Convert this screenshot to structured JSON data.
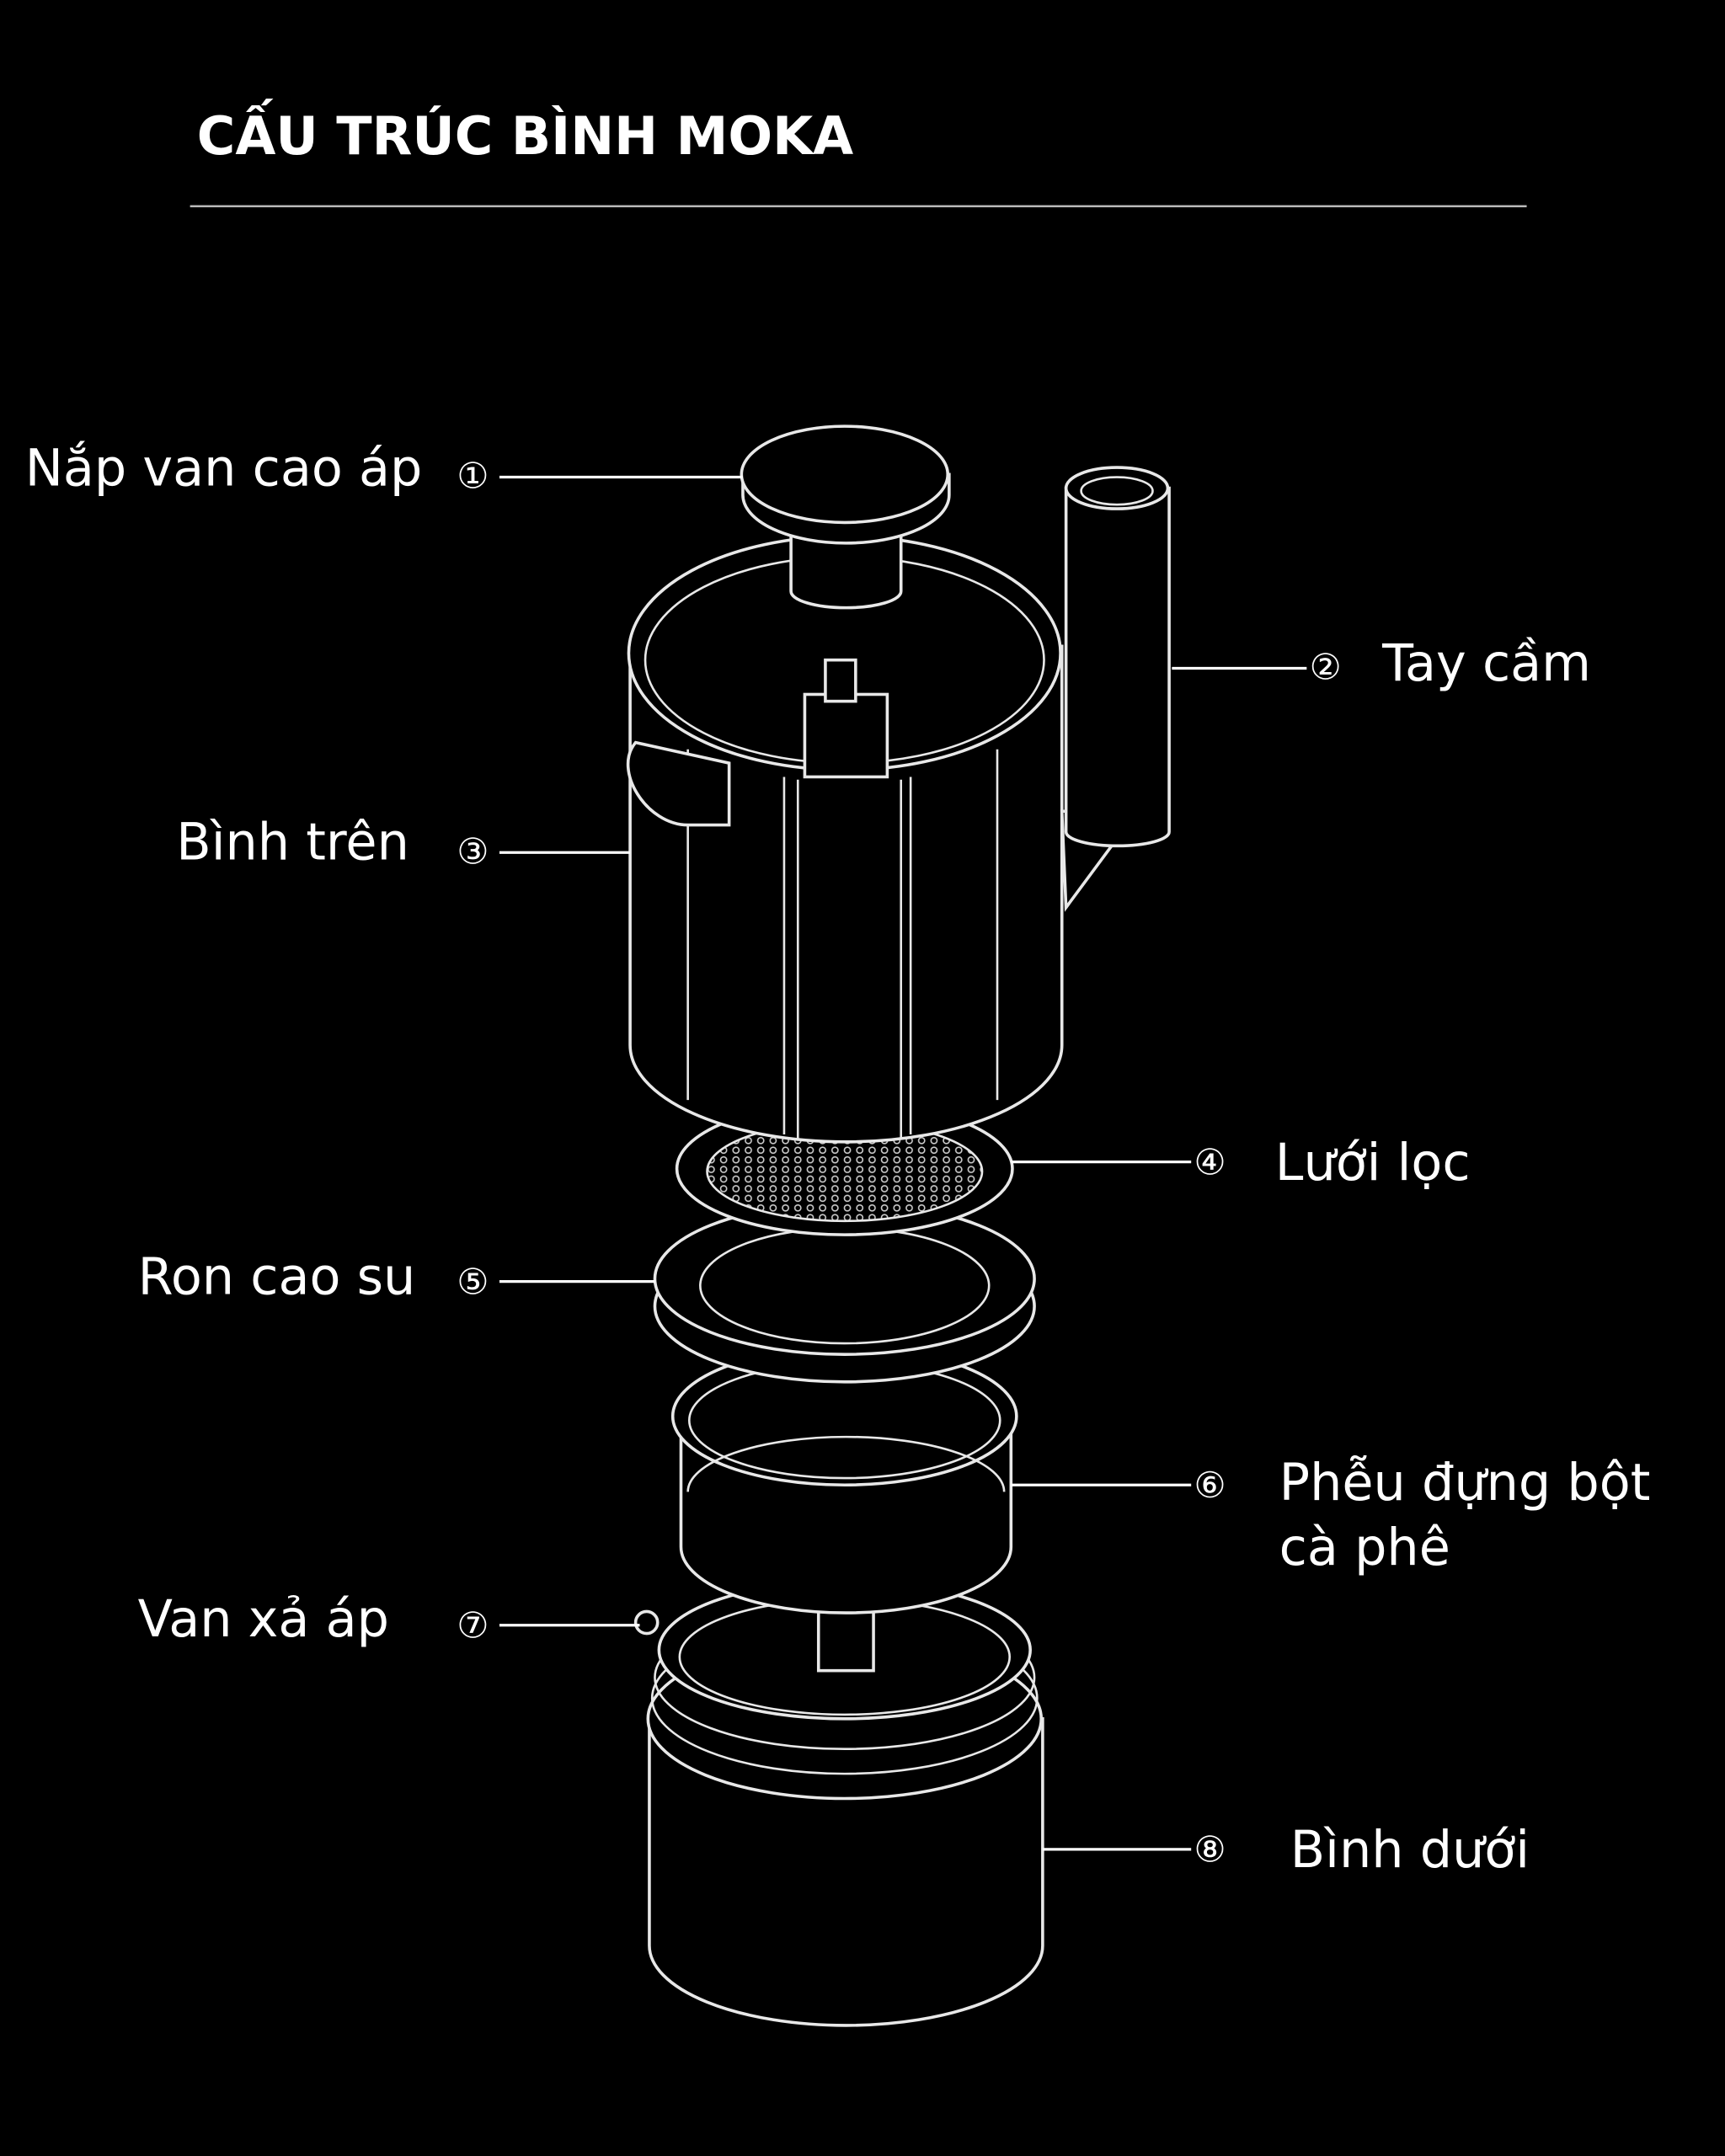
{
  "title": "CẤU TRÚC BÌNH MOKA",
  "parts": [
    {
      "num": "①",
      "label": "Nắp van cao áp"
    },
    {
      "num": "②",
      "label": "Tay cầm"
    },
    {
      "num": "③",
      "label": "Bình trên"
    },
    {
      "num": "④",
      "label": "Lưới lọc"
    },
    {
      "num": "⑤",
      "label": "Ron cao su"
    },
    {
      "num": "⑥",
      "label_line1": "Phễu đựng bột",
      "label_line2": "cà phê"
    },
    {
      "num": "⑦",
      "label": "Van xả áp"
    },
    {
      "num": "⑧",
      "label": "Bình dưới"
    }
  ]
}
